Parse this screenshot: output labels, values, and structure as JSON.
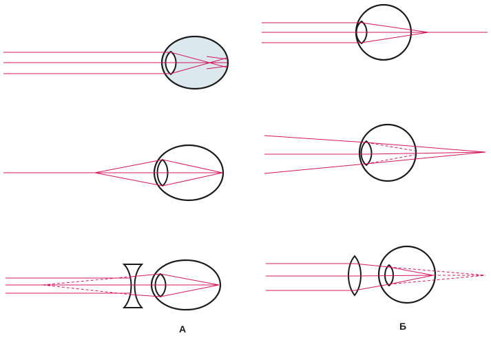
{
  "labels": {
    "panel_a": "А",
    "panel_b": "Б"
  },
  "colors": {
    "ray": "#d4145a",
    "outline": "#1a1a1a",
    "myopic_eye_fill": "#dbe9ef"
  },
  "figures": [
    {
      "id": "a-myopia-parallel-rays",
      "type": "eye-diagram"
    },
    {
      "id": "a-myopia-near-point",
      "type": "eye-diagram"
    },
    {
      "id": "a-myopia-concave-lens",
      "type": "eye-diagram"
    },
    {
      "id": "b-hyperopia-parallel-rays",
      "type": "eye-diagram"
    },
    {
      "id": "b-hyperopia-divergent-rays",
      "type": "eye-diagram"
    },
    {
      "id": "b-hyperopia-convex-lens",
      "type": "eye-diagram"
    }
  ]
}
